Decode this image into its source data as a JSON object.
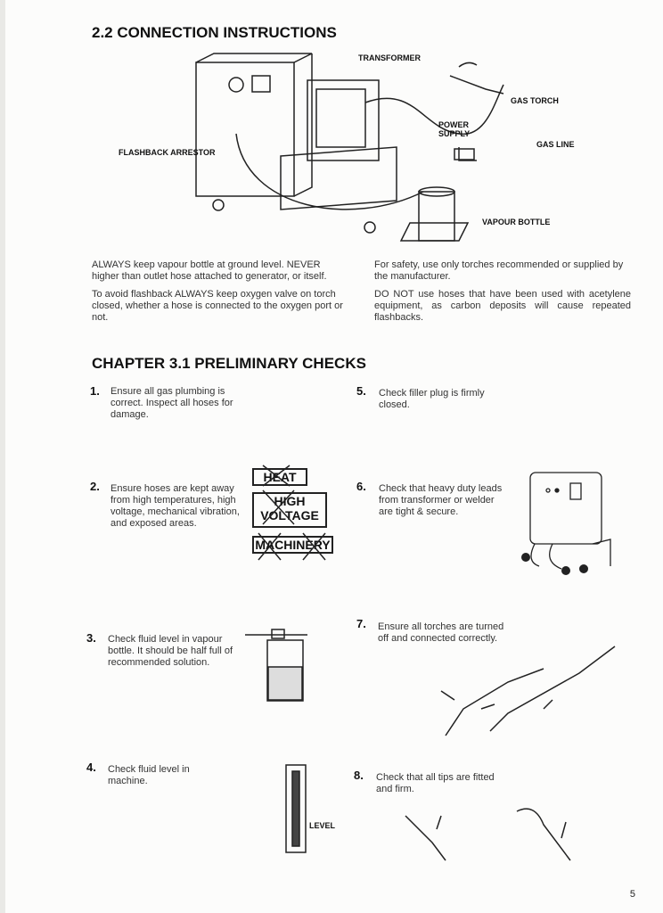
{
  "section": {
    "title": "2.2 CONNECTION INSTRUCTIONS"
  },
  "diagram_labels": {
    "transformer": "TRANSFORMER",
    "gas_torch": "GAS TORCH",
    "power_supply": "POWER SUPPLY",
    "gas_line": "GAS LINE",
    "flashback_arrestor": "FLASHBACK ARRESTOR",
    "vapour_bottle": "VAPOUR BOTTLE"
  },
  "paragraphs": {
    "left_1": "ALWAYS keep vapour bottle at ground level. NEVER higher than outlet hose attached to generator, or itself.",
    "left_2": "To avoid flashback ALWAYS keep oxygen valve on torch closed, whether a hose is connected to the oxygen port or not.",
    "right_1": "For safety, use only torches recommended or supplied by the manufacturer.",
    "right_2": "DO NOT use hoses that have been used with acetylene equipment, as carbon deposits will cause repeated flashbacks."
  },
  "chapter": {
    "title": "CHAPTER 3.1 PRELIMINARY CHECKS"
  },
  "steps": [
    {
      "num": "1.",
      "text": "Ensure all gas plumbing is correct. Inspect all hoses for damage."
    },
    {
      "num": "2.",
      "text": "Ensure hoses are kept away from high temperatures, high voltage, mechanical vibration, and exposed areas."
    },
    {
      "num": "3.",
      "text": "Check fluid level in vapour bottle. It should be half full of recommended solution."
    },
    {
      "num": "4.",
      "text": "Check fluid level in machine."
    },
    {
      "num": "5.",
      "text": "Check filler plug is firmly closed."
    },
    {
      "num": "6.",
      "text": "Check that heavy duty leads from transformer or welder are tight & secure."
    },
    {
      "num": "7.",
      "text": "Ensure all torches are turned off and connected correctly."
    },
    {
      "num": "8.",
      "text": "Check that all tips are fitted and firm."
    }
  ],
  "signs": {
    "heat": "HEAT",
    "high_voltage": "HIGH VOLTAGE",
    "machinery": "MACHINERY"
  },
  "level_label": "LEVEL",
  "page_number": "5"
}
